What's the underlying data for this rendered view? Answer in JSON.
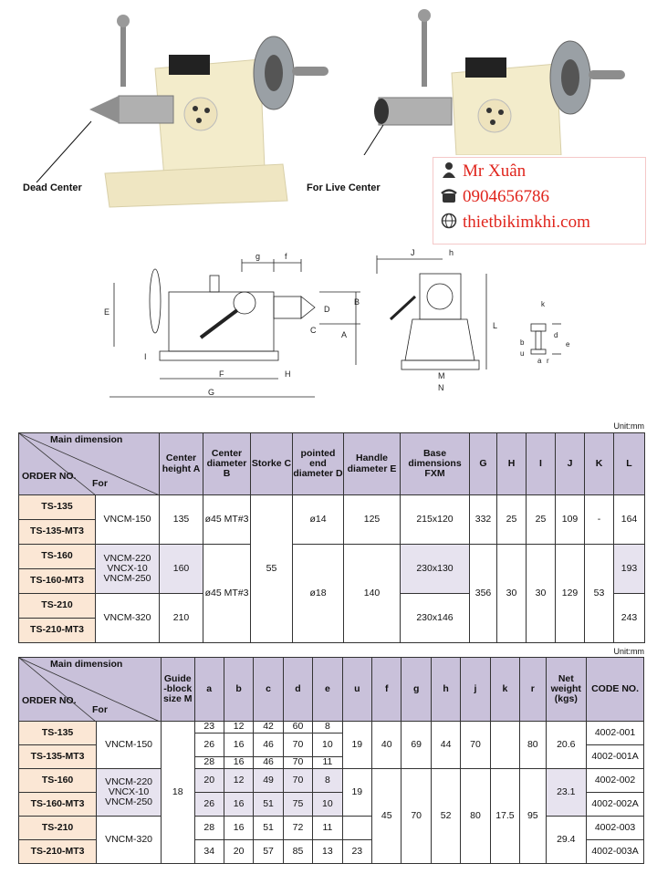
{
  "photos": {
    "left_label": "Dead Center",
    "right_label": "For Live Center"
  },
  "contact": {
    "name": "Mr Xuân",
    "phone": "0904656786",
    "website": "thietbikimkhi.com"
  },
  "drawing_labels": {
    "side": [
      "g",
      "f",
      "E",
      "B",
      "D",
      "C",
      "A",
      "I",
      "F",
      "H",
      "G"
    ],
    "front": [
      "J",
      "h",
      "L",
      "M",
      "N"
    ],
    "block": [
      "k",
      "d",
      "b",
      "u",
      "a",
      "r",
      "e"
    ]
  },
  "table1": {
    "unit": "Unit:mm",
    "corner": {
      "main": "Main dimension",
      "order": "ORDER NO.",
      "for": "For"
    },
    "headers": [
      "Center height A",
      "Center diameter B",
      "Storke C",
      "pointed end diameter D",
      "Handle diameter E",
      "Base dimensions FXM",
      "G",
      "H",
      "I",
      "J",
      "K",
      "L"
    ],
    "orders": [
      "TS-135",
      "TS-135-MT3",
      "TS-160",
      "TS-160-MT3",
      "TS-210",
      "TS-210-MT3"
    ],
    "for": [
      "VNCM-150",
      "VNCM-220 VNCX-10 VNCM-250",
      "VNCM-320"
    ],
    "A": [
      "135",
      "160",
      "210"
    ],
    "B": [
      "ø45 MT#3",
      "ø45 MT#3"
    ],
    "C": "55",
    "D": [
      "ø14",
      "ø18"
    ],
    "E": [
      "125",
      "140"
    ],
    "FXM": [
      "215x120",
      "230x130",
      "230x146"
    ],
    "G": [
      "332",
      "356"
    ],
    "H": [
      "25",
      "30"
    ],
    "I": [
      "25",
      "30"
    ],
    "J": [
      "109",
      "129"
    ],
    "K": [
      "-",
      "53"
    ],
    "L": [
      "164",
      "193",
      "243"
    ]
  },
  "table2": {
    "unit": "Unit:mm",
    "corner": {
      "main": "Main dimension",
      "order": "ORDER NO.",
      "for": "For"
    },
    "headers": [
      "Guide -block size M",
      "a",
      "b",
      "c",
      "d",
      "e",
      "u",
      "f",
      "g",
      "h",
      "j",
      "k",
      "r",
      "Net weight (kgs)",
      "CODE NO."
    ],
    "orders": [
      "TS-135",
      "TS-135-MT3",
      "TS-160",
      "TS-160-MT3",
      "TS-210",
      "TS-210-MT3"
    ],
    "for": [
      "VNCM-150",
      "VNCM-220 VNCX-10 VNCM-250",
      "VNCM-320"
    ],
    "M": "18",
    "abcde": [
      [
        "23",
        "12",
        "42",
        "60",
        "8"
      ],
      [
        "26",
        "16",
        "46",
        "70",
        "10"
      ],
      [
        "28",
        "16",
        "46",
        "70",
        "11"
      ],
      [
        "20",
        "12",
        "49",
        "70",
        "8"
      ],
      [
        "26",
        "16",
        "51",
        "75",
        "10"
      ],
      [
        "28",
        "16",
        "51",
        "72",
        "11"
      ],
      [
        "34",
        "20",
        "57",
        "85",
        "13"
      ]
    ],
    "u": [
      "19",
      "19",
      "23"
    ],
    "f": [
      "40",
      "45"
    ],
    "g": [
      "69",
      "70"
    ],
    "h": [
      "44",
      "52"
    ],
    "j": [
      "70",
      "80"
    ],
    "k": "17.5",
    "r": [
      "80",
      "95"
    ],
    "weight": [
      "20.6",
      "23.1",
      "29.4"
    ],
    "code": [
      "4002-001",
      "4002-001A",
      "4002-002",
      "4002-002A",
      "4002-003",
      "4002-003A"
    ]
  },
  "colors": {
    "header": "#c9c1da",
    "order_cell": "#fbe7d5",
    "highlight": "#e7e3ef",
    "contact_text": "#e0251d",
    "casting": "#f3eccb"
  }
}
